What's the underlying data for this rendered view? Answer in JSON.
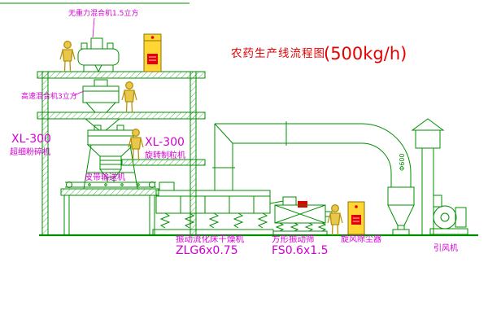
{
  "title": {
    "text": "农药生产线流程图",
    "capacity": "(500kg/h)"
  },
  "labels": {
    "gravity_mixer": "无重力混合机1.5立方",
    "high_speed_mixer": "高速混合机3立方",
    "pulverizer_model": "XL-300",
    "pulverizer_name": "超细粉碎机",
    "granulator_model": "XL-300",
    "granulator_name": "旋转制粒机",
    "belt_conveyor": "皮带输送机",
    "fluid_bed_dryer": "振动流化床干燥机",
    "fluid_bed_model": "ZLG6x0.75",
    "vibrating_screen": "方形振动筛",
    "screen_model": "FS0.6x1.5",
    "cyclone": "旋风除尘器",
    "induced_fan": "引风机",
    "duct_size": "Φ600"
  },
  "colors": {
    "line_green": "#008f00",
    "label_magenta": "#d400d4",
    "title_red": "#e60000",
    "cabinet_yellow": "#ffd633",
    "figure_yellow": "#c9a227"
  }
}
